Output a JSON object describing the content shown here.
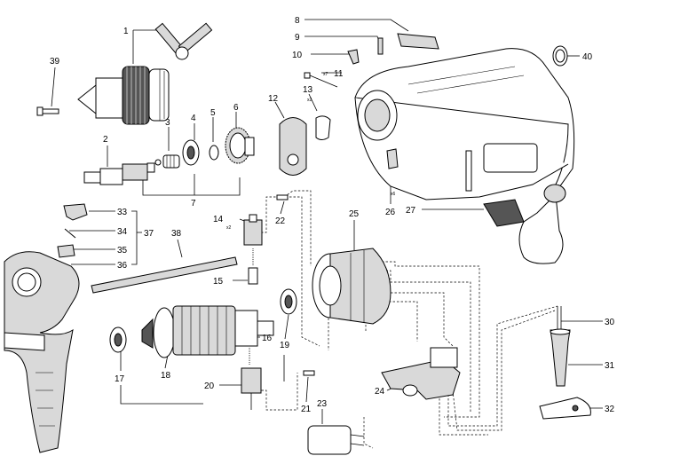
{
  "diagram": {
    "labels": {
      "p1": "1",
      "p2": "2",
      "p3": "3",
      "p4": "4",
      "p5": "5",
      "p6": "6",
      "p7": "7",
      "p8": "8",
      "p9": "9",
      "p10": "10",
      "p11": "11",
      "p12": "12",
      "p13": "13",
      "p14": "14",
      "p15": "15",
      "p16": "16",
      "p17": "17",
      "p18": "18",
      "p19": "19",
      "p20": "20",
      "p21": "21",
      "p22": "22",
      "p23": "23",
      "p24": "24",
      "p25": "25",
      "p26": "26",
      "p27": "27",
      "p30": "30",
      "p31": "31",
      "p32": "32",
      "p33": "33",
      "p34": "34",
      "p35": "35",
      "p36": "36",
      "p37": "37",
      "p38": "38",
      "p39": "39",
      "p40": "40"
    },
    "qty": {
      "q11": "x7",
      "q13": "x2",
      "q14": "x2",
      "q26": "x6"
    }
  }
}
